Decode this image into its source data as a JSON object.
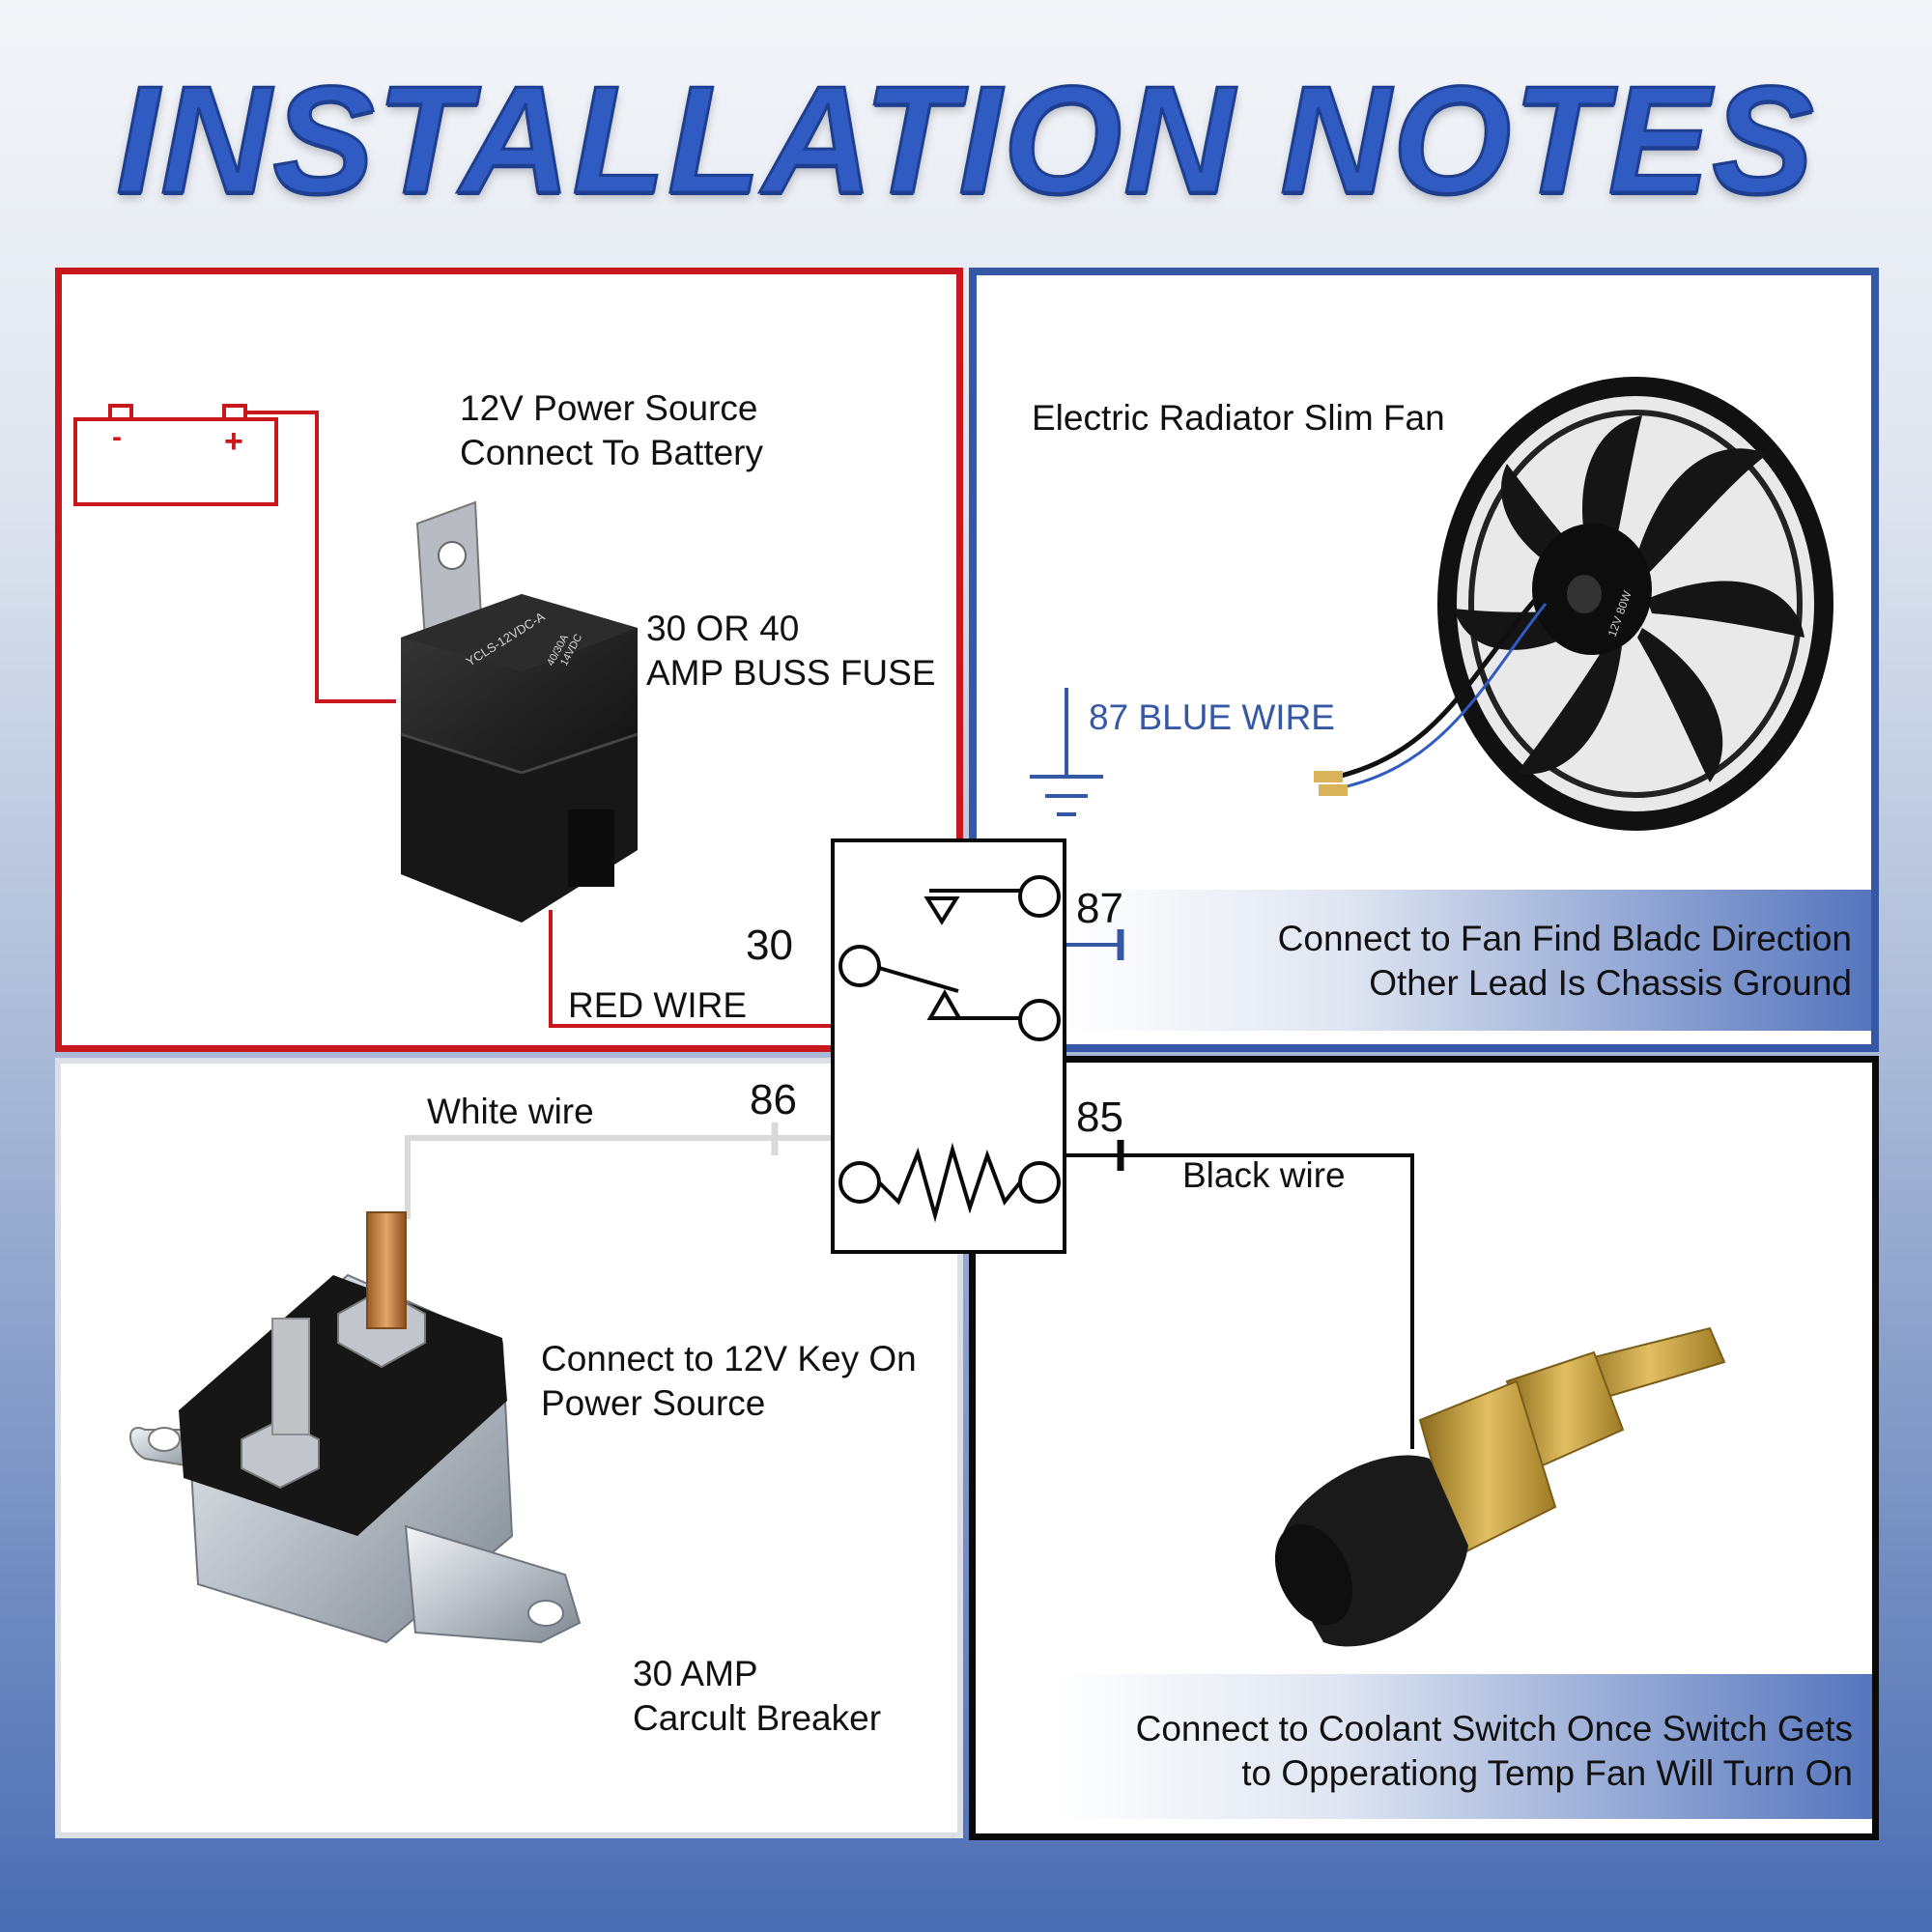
{
  "title": "INSTALLATION NOTES",
  "battery": {
    "minus": "-",
    "plus": "+",
    "label_line1": "12V Power Source",
    "label_line2": "Connect To Battery"
  },
  "fuse": {
    "label_line1": "30 OR 40",
    "label_line2": "AMP BUSS FUSE",
    "print_line1": "YCLS-12VDC-A",
    "print_line2": "40/30A",
    "print_line3": "14VDC"
  },
  "red_wire": "RED WIRE",
  "fan": {
    "label": "Electric Radiator Slim Fan",
    "motor_print": "12V 80W",
    "blue_wire": "87 BLUE WIRE",
    "note_line1": "Connect to Fan Find Bladc Direction",
    "note_line2": "Other Lead Is Chassis Ground"
  },
  "relay_pins": {
    "p30": "30",
    "p87": "87",
    "p86": "86",
    "p85": "85"
  },
  "white_wire": "White wire",
  "black_wire": "Black wire",
  "key_on": {
    "label_line1": "Connect to 12V Key On",
    "label_line2": "Power Source"
  },
  "breaker": {
    "label_line1": "30 AMP",
    "label_line2": "Carcult Breaker"
  },
  "coolant": {
    "note_line1": "Connect to Coolant Switch Once Switch Gets",
    "note_line2": "to Opperationg Temp Fan Will Turn On"
  },
  "colors": {
    "red": "#c8181e",
    "blue": "#3558a5",
    "title_blue": "#2f5bc2",
    "black": "#0a0a0a",
    "white_wire": "#d9d9d9"
  }
}
